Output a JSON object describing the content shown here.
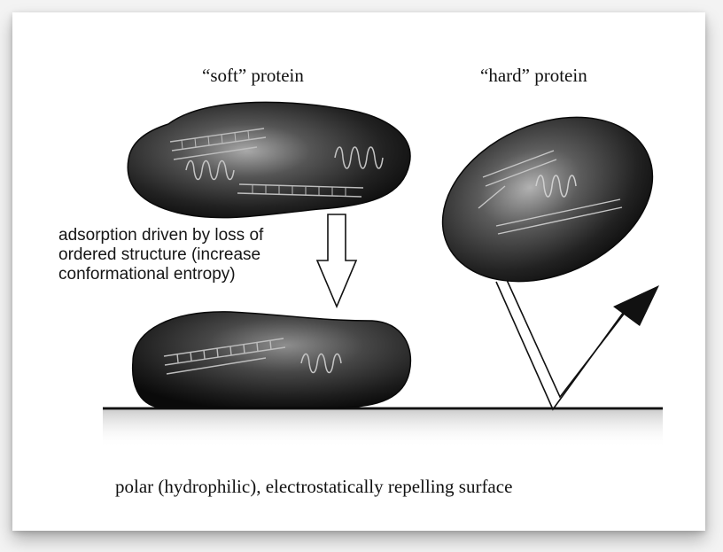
{
  "labels": {
    "soft_protein": "“soft” protein",
    "hard_protein": "“hard” protein",
    "annotation_lines": [
      "adsorption driven by loss of",
      "ordered structure (increase",
      "conformational entropy)"
    ],
    "surface_caption": "polar (hydrophilic), electrostatically repelling surface"
  },
  "icons": {
    "soft_protein_shape": "blob-protein",
    "hard_protein_shape": "oval-protein",
    "adsorb_arrow": "down-arrow",
    "bounce_arrow": "bounce-arrow",
    "helix": "alpha-helix-motif",
    "sheet": "beta-sheet-motif"
  },
  "colors": {
    "protein_dark": "#151515",
    "protein_highlight": "#9a9a9a",
    "line": "#111111"
  }
}
